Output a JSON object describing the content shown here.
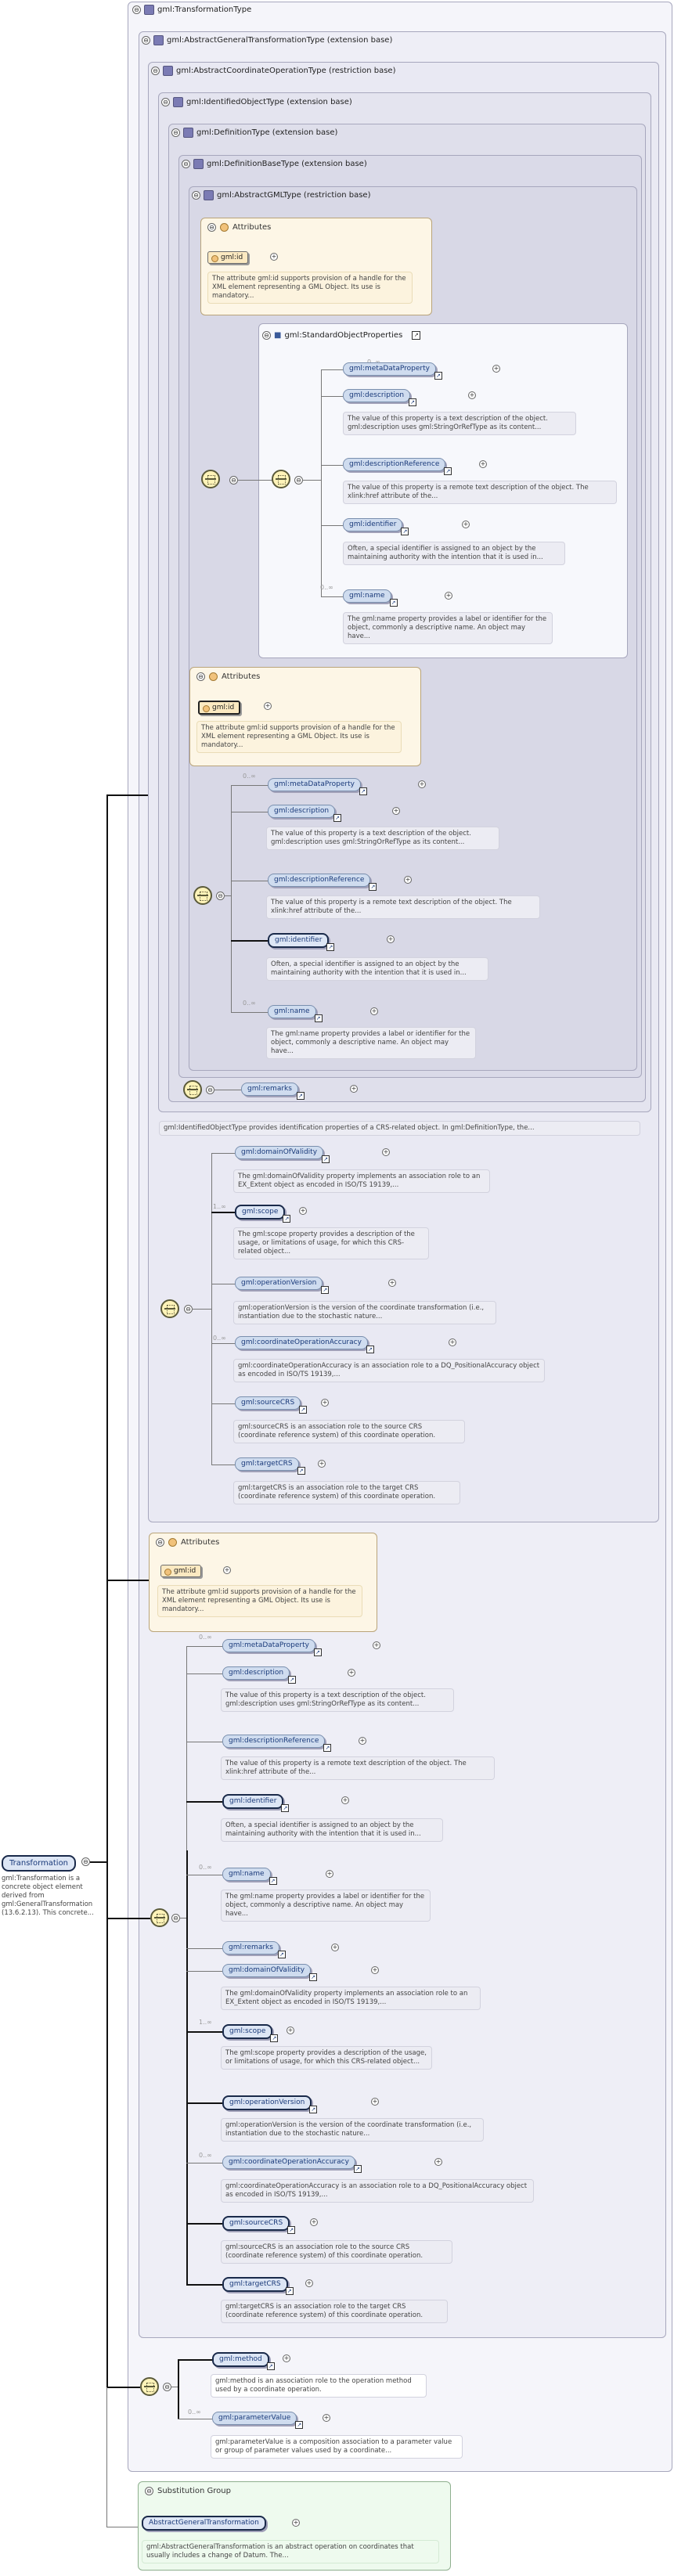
{
  "root": {
    "name": "Transformation",
    "desc": "gml:Transformation is a concrete object element derived from gml:GeneralTransformation (13.6.2.13). This concrete..."
  },
  "boxes": {
    "transformation_type": "gml:TransformationType",
    "abstract_general": "gml:AbstractGeneralTransformationType (extension base)",
    "abstract_coord_op": "gml:AbstractCoordinateOperationType (restriction base)",
    "identified_obj": "gml:IdentifiedObjectType (extension base)",
    "definition": "gml:DefinitionType (extension base)",
    "definition_base": "gml:DefinitionBaseType (extension base)",
    "abstract_gml": "gml:AbstractGMLType (restriction base)",
    "std_props": "gml:StandardObjectProperties"
  },
  "attributes_label": "Attributes",
  "id_label": "gml:id",
  "id_desc": "The attribute gml:id supports provision of a handle for the XML element representing a GML Object. Its use is mandatory...",
  "card_many": "0..∞",
  "card_one_many": "1..∞",
  "elements": {
    "meta": "gml:metaDataProperty",
    "description": "gml:description",
    "description_desc": "The value of this property is a text description of the object. gml:description uses gml:StringOrRefType as its content...",
    "descref": "gml:descriptionReference",
    "descref_desc": "The value of this property is a remote text description of the object. The xlink:href attribute of the...",
    "identifier": "gml:identifier",
    "identifier_desc": "Often, a special identifier is assigned to an object by the maintaining authority with the intention that it is used in...",
    "name": "gml:name",
    "name_desc": "The gml:name property provides a label or identifier for the object, commonly a descriptive name. An object may have...",
    "remarks": "gml:remarks",
    "identified_note": "gml:IdentifiedObjectType provides identification properties of a CRS-related object. In gml:DefinitionType, the...",
    "domain": "gml:domainOfValidity",
    "domain_desc": "The gml:domainOfValidity property implements an association role to an EX_Extent object as encoded in ISO/TS 19139,...",
    "scope": "gml:scope",
    "scope_desc": "The gml:scope property provides a description of the usage, or limitations of usage, for which this CRS-related object...",
    "opversion": "gml:operationVersion",
    "opversion_desc": "gml:operationVersion is the version of the coordinate transformation (i.e., instantiation due to the stochastic nature...",
    "accuracy": "gml:coordinateOperationAccuracy",
    "accuracy_desc": "gml:coordinateOperationAccuracy is an association role to a DQ_PositionalAccuracy object as encoded in ISO/TS 19139,...",
    "sourcecrs": "gml:sourceCRS",
    "sourcecrs_desc": "gml:sourceCRS is an association role to the source CRS (coordinate reference system) of this coordinate operation.",
    "targetcrs": "gml:targetCRS",
    "targetcrs_desc": "gml:targetCRS is an association role to the target CRS (coordinate reference system) of this coordinate operation.",
    "method": "gml:method",
    "method_desc": "gml:method is an association role to the operation method used by a coordinate operation.",
    "paramvalue": "gml:parameterValue",
    "paramvalue_desc": "gml:parameterValue is a composition association to a parameter value or group of parameter values used by a coordinate..."
  },
  "subst": {
    "label": "Substitution Group",
    "name": "AbstractGeneralTransformation",
    "desc": "gml:AbstractGeneralTransformation is an abstract operation on coordinates that usually includes a change of Datum. The..."
  },
  "colors": {
    "accent": "#1a3a7a",
    "pill": "#cfdcef",
    "attr": "#fdf6e6"
  }
}
